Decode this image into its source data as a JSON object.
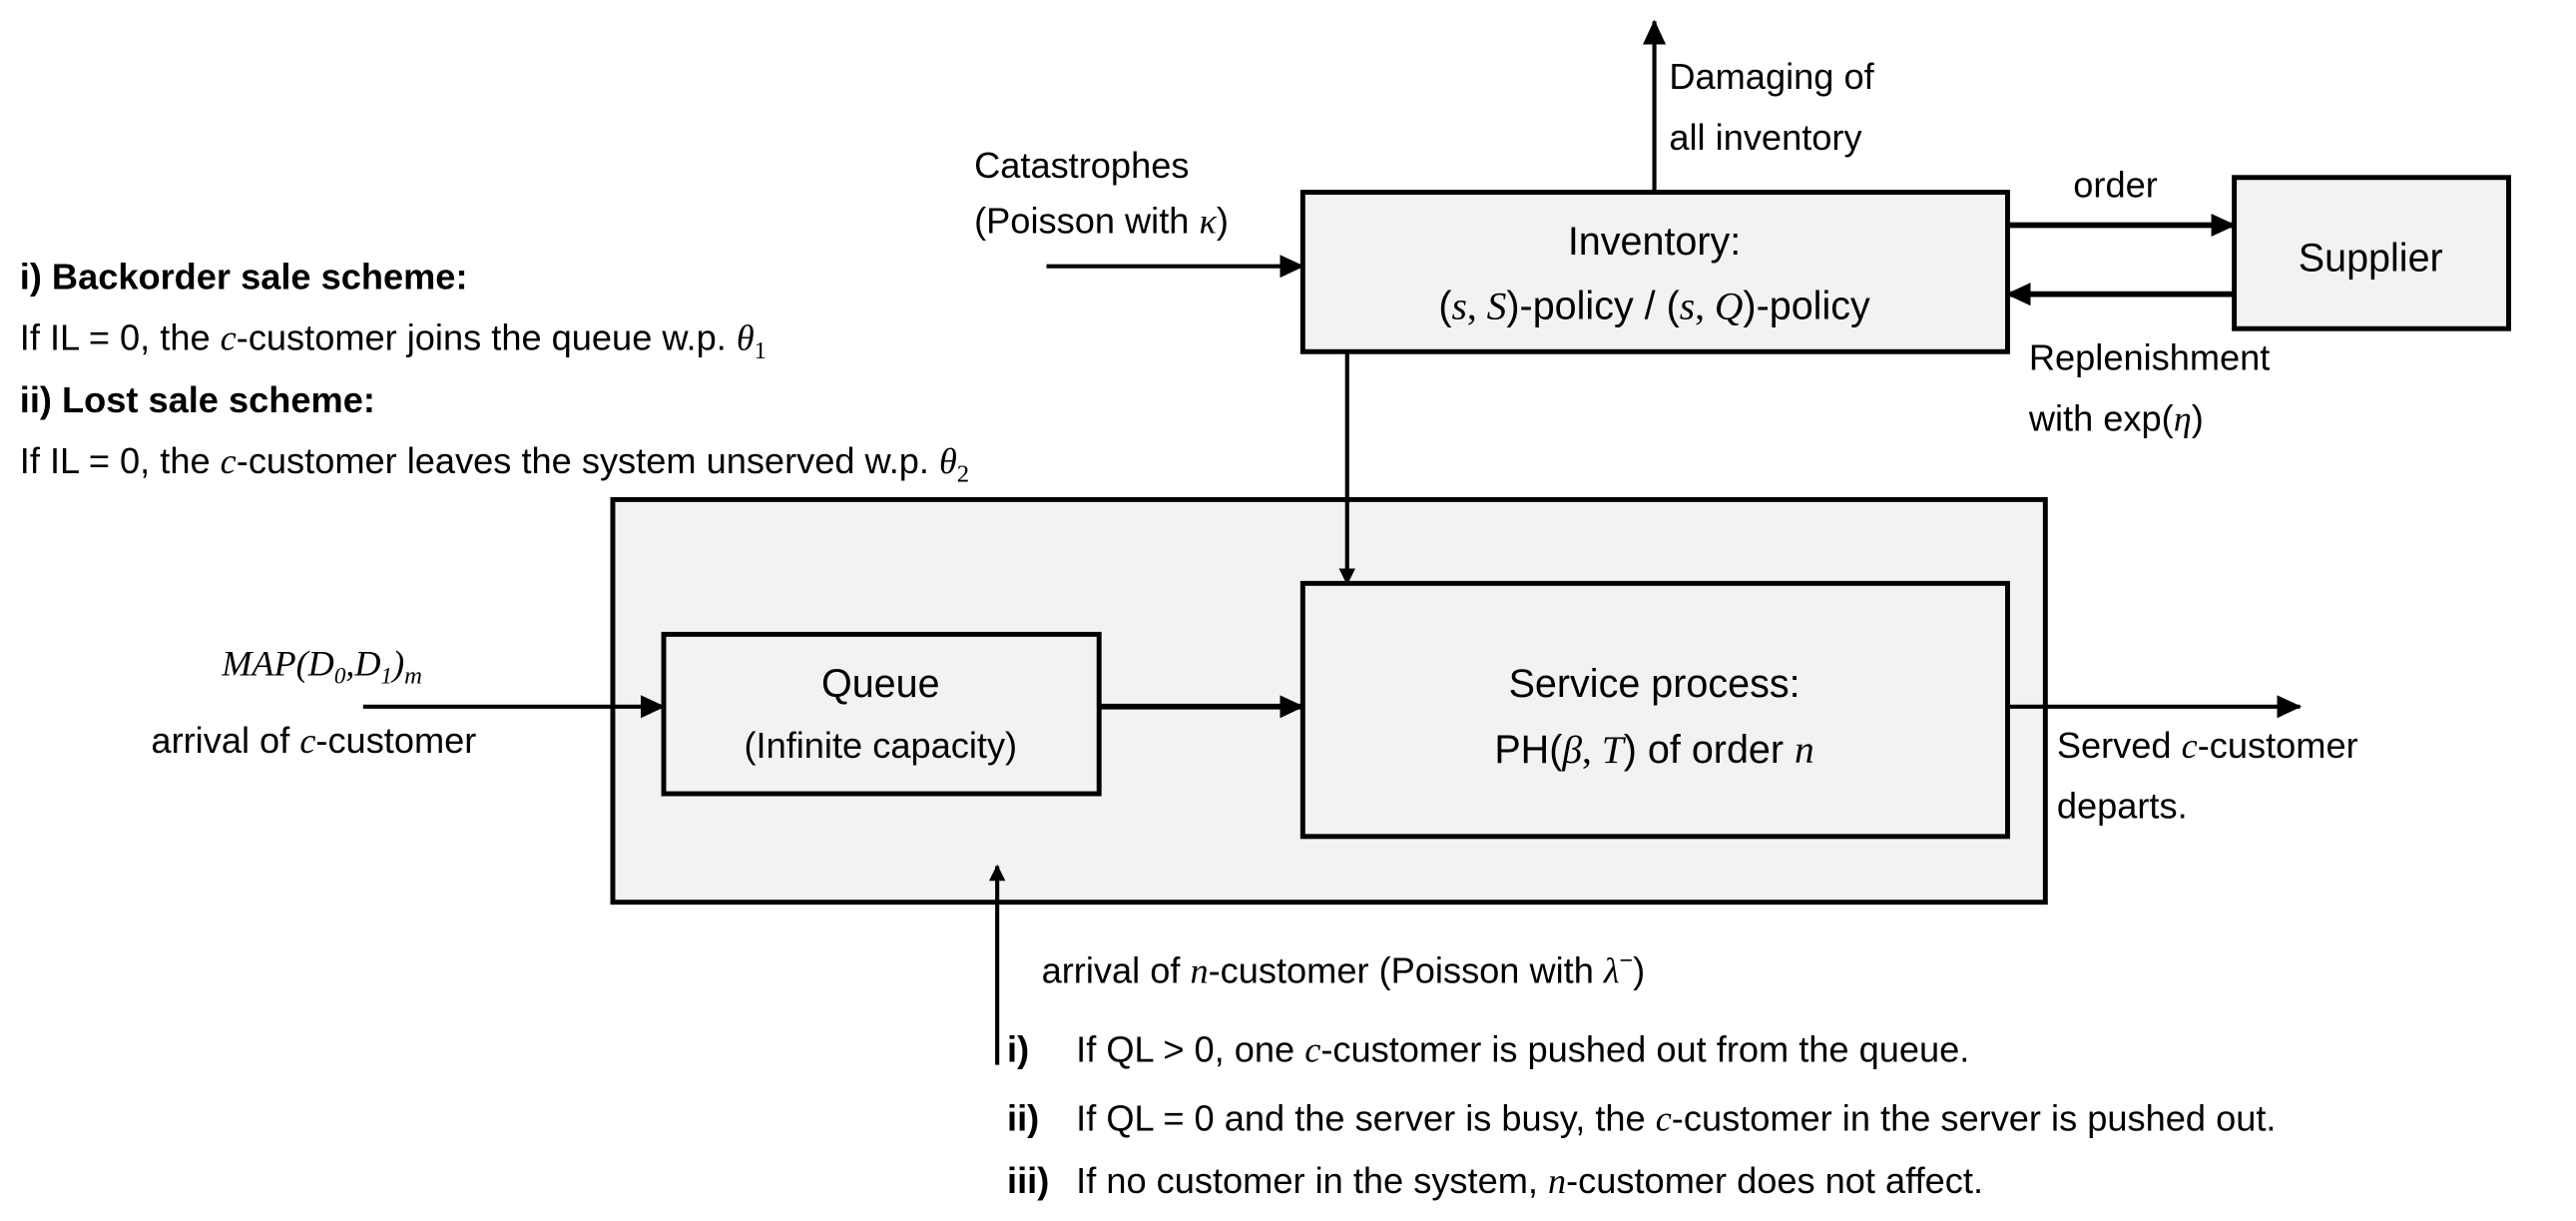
{
  "damaging": {
    "line1": "Damaging of",
    "line2": "all inventory"
  },
  "catastrophes": {
    "line1": "Catastrophes",
    "line2_a": "(Poisson with ",
    "line2_sym": "κ",
    "line2_b": ")"
  },
  "inventory": {
    "title": "Inventory:",
    "p1": "(",
    "s1": "s",
    "c1": ", ",
    "S": "S",
    "p2": ")-policy / (",
    "s2": "s",
    "c2": ", ",
    "Q": "Q",
    "p3": ")-policy"
  },
  "order_label": "order",
  "supplier": "Supplier",
  "replenishment": {
    "line1": "Replenishment",
    "line2_a": "with exp(",
    "line2_sym": "η",
    "line2_b": ")"
  },
  "schemes": {
    "backorder_title": "i) Backorder sale scheme:",
    "backorder_a": "If IL = 0, the ",
    "backorder_c": "c",
    "backorder_b": "-customer joins the queue w.p. ",
    "backorder_sym": "θ",
    "backorder_sub": "1",
    "lost_title": "ii) Lost sale scheme:",
    "lost_a": "If IL = 0, the ",
    "lost_c": "c",
    "lost_b": "-customer leaves the system unserved w.p. ",
    "lost_sym": "θ",
    "lost_sub": "2"
  },
  "map": {
    "a": "MAP",
    "b": "(",
    "d0": "D",
    "sub0": "0",
    "comma": ",",
    "d1": "D",
    "sub1": "1",
    "close": ")",
    "m": "m"
  },
  "arrival_c": {
    "a": "arrival of ",
    "c": "c",
    "b": "-customer"
  },
  "queue": {
    "title": "Queue",
    "subtitle": "(Infinite capacity)"
  },
  "service": {
    "title": "Service process:",
    "a": "PH(",
    "beta": "β",
    "comma": ", ",
    "T": "T",
    "b": ") of order ",
    "n": "n"
  },
  "served": {
    "a": "Served ",
    "c": "c",
    "b": "-customer",
    "line2": "departs."
  },
  "arrival_n": {
    "a": "arrival of ",
    "n": "n",
    "b": "-customer (Poisson with ",
    "sym": "λ",
    "sup": "−",
    "c": ")"
  },
  "rules": [
    {
      "num": "i)",
      "a": "If QL > 0, one ",
      "c": "c",
      "b": "-customer is pushed out from the queue."
    },
    {
      "num": "ii)",
      "a": "If QL = 0 and the server is busy, the ",
      "c": "c",
      "b": "-customer in the server is pushed out."
    },
    {
      "num": "iii)",
      "a": "If no customer in the system, ",
      "c": "n",
      "b": "-customer does not affect."
    }
  ]
}
